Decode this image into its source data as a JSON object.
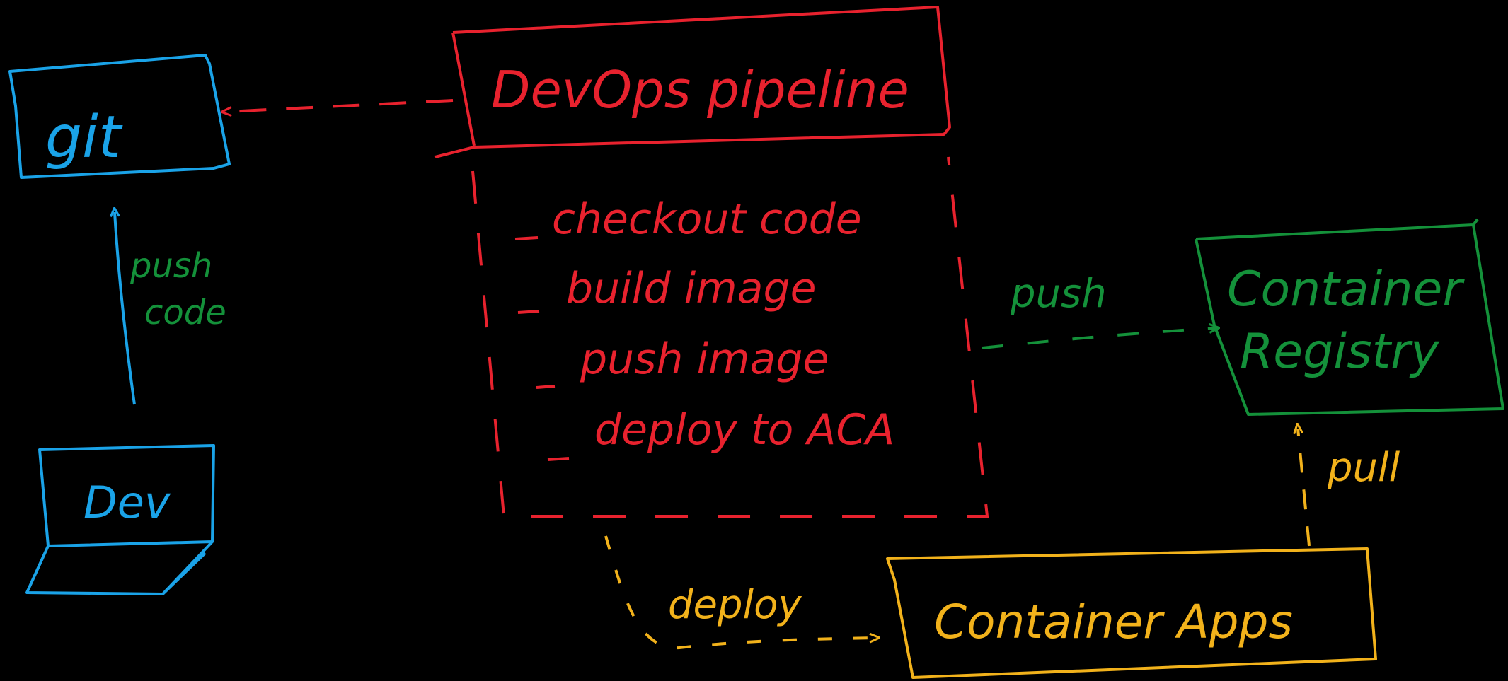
{
  "colors": {
    "background": "#000000",
    "blue": "#1aa3e8",
    "red": "#e8222e",
    "green": "#14913a",
    "yellow": "#f2b21b"
  },
  "nodes": {
    "git": {
      "label": "git"
    },
    "dev": {
      "label": "Dev"
    },
    "pipeline": {
      "title": "DevOps pipeline",
      "steps": [
        "checkout code",
        "build image",
        "push image",
        "deploy to ACA"
      ]
    },
    "registry": {
      "line1": "Container",
      "line2": "Registry"
    },
    "apps": {
      "label": "Container Apps"
    }
  },
  "edges": {
    "push_code": {
      "line1": "push",
      "line2": "code"
    },
    "push_registry": {
      "label": "push"
    },
    "deploy": {
      "label": "deploy"
    },
    "pull": {
      "label": "pull"
    }
  },
  "icons": {
    "laptop": "laptop-icon"
  }
}
